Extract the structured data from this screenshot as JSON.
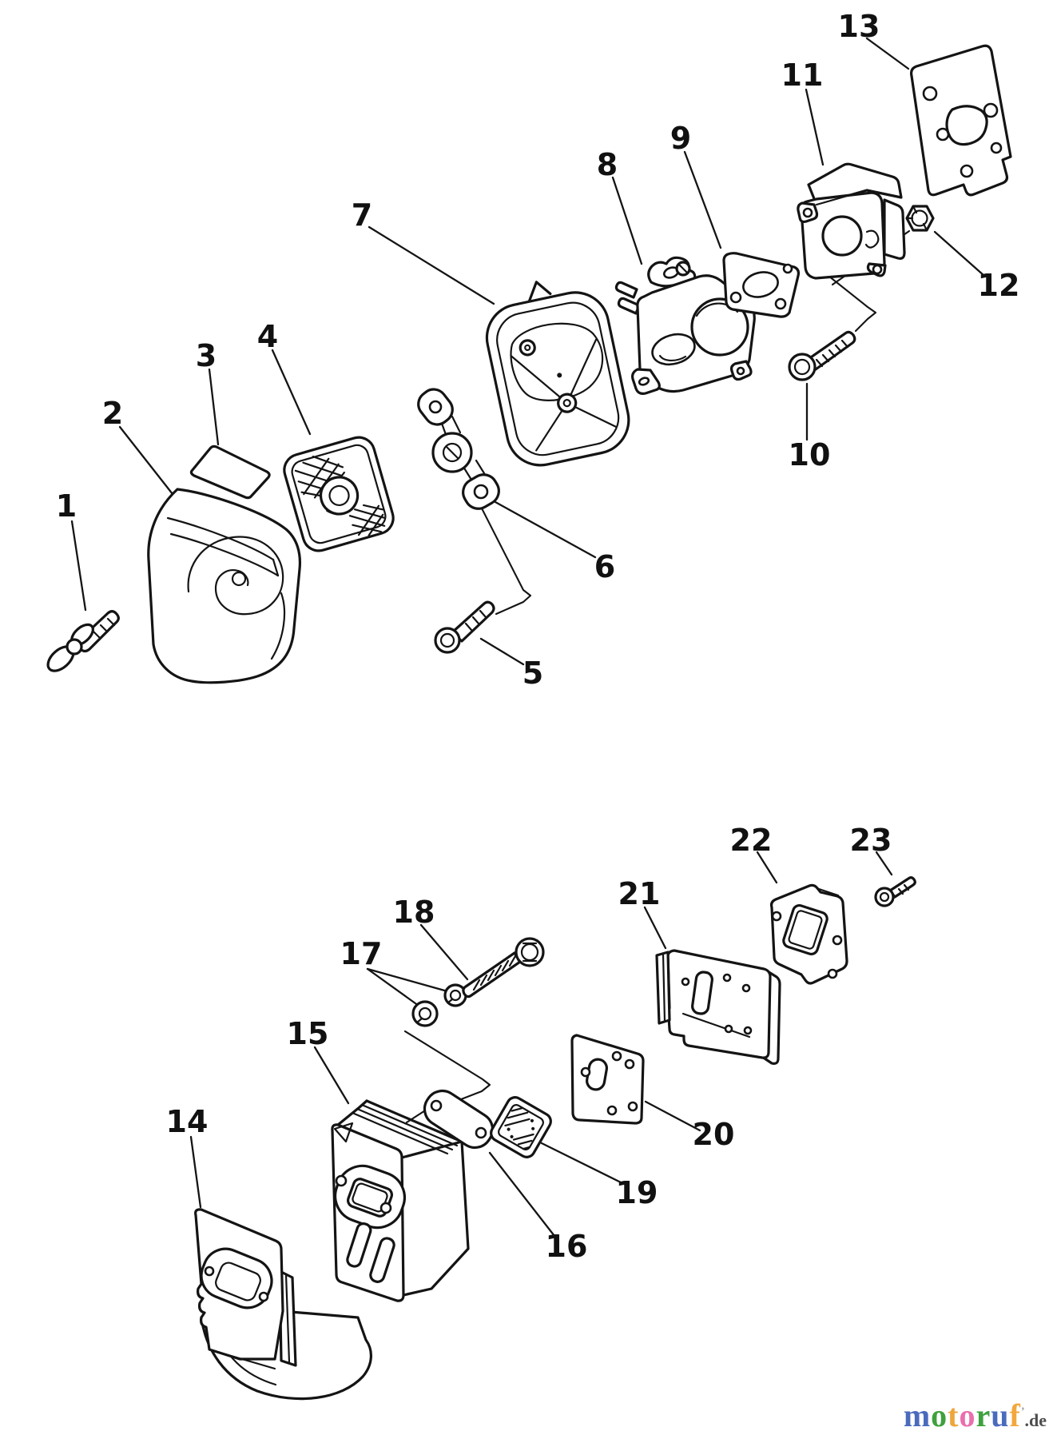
{
  "colors": {
    "line": "#141414",
    "background": "#ffffff"
  },
  "callouts": [
    {
      "label": "1"
    },
    {
      "label": "2"
    },
    {
      "label": "3"
    },
    {
      "label": "4"
    },
    {
      "label": "5"
    },
    {
      "label": "6"
    },
    {
      "label": "7"
    },
    {
      "label": "8"
    },
    {
      "label": "9"
    },
    {
      "label": "10"
    },
    {
      "label": "11"
    },
    {
      "label": "12"
    },
    {
      "label": "13"
    },
    {
      "label": "14"
    },
    {
      "label": "15"
    },
    {
      "label": "16"
    },
    {
      "label": "17"
    },
    {
      "label": "18"
    },
    {
      "label": "19"
    },
    {
      "label": "20"
    },
    {
      "label": "21"
    },
    {
      "label": "22"
    },
    {
      "label": "23"
    }
  ],
  "watermark": {
    "letters": [
      {
        "ch": "m",
        "style": "color:#4a6bbd"
      },
      {
        "ch": "o",
        "style": "color:#3ea13e"
      },
      {
        "ch": "t",
        "style": "color:#eda63c"
      },
      {
        "ch": "o",
        "style": "color:#ea6fae"
      },
      {
        "ch": "r",
        "style": "color:#3ea13e"
      },
      {
        "ch": "u",
        "style": "color:#4a6bbd"
      },
      {
        "ch": "f",
        "style": "color:#f2a73d"
      }
    ],
    "tm": "’",
    "suffix": ".de",
    "suffix_style": "color:#4d4d4d"
  }
}
